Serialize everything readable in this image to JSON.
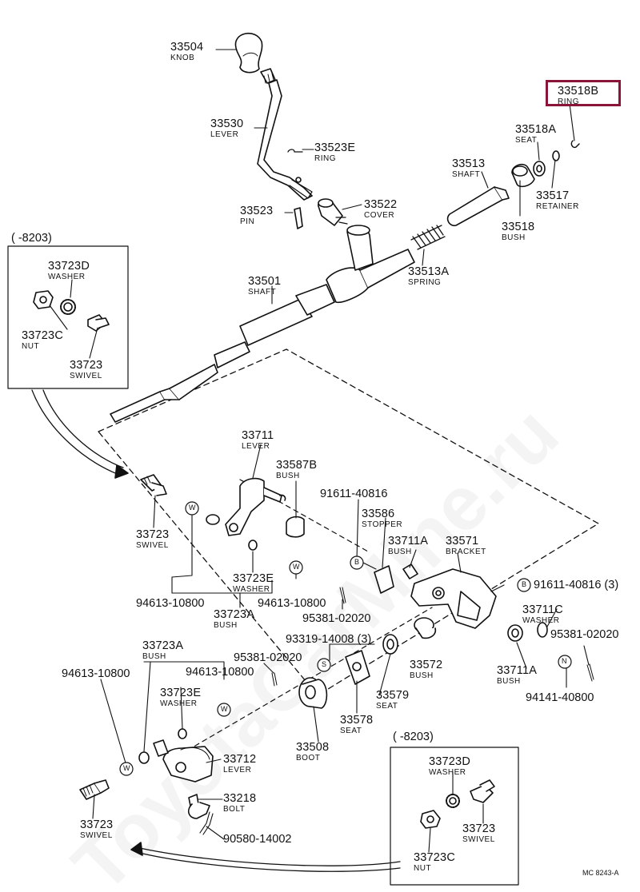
{
  "watermark": "ToyotaCarMine.ru",
  "code": "MC 8243-A",
  "highlight_color": "#8a1538",
  "parts": [
    {
      "id": "knob",
      "num": "33504",
      "name": "KNOB"
    },
    {
      "id": "lever-upper",
      "num": "33530",
      "name": "LEVER"
    },
    {
      "id": "ring-e",
      "num": "33523E",
      "name": "RING"
    },
    {
      "id": "ring-b",
      "num": "33518B",
      "name": "RING"
    },
    {
      "id": "seat-a",
      "num": "33518A",
      "name": "SEAT"
    },
    {
      "id": "shaft-upper",
      "num": "33513",
      "name": "SHAFT"
    },
    {
      "id": "retainer",
      "num": "33517",
      "name": "RETAINER"
    },
    {
      "id": "bush-18",
      "num": "33518",
      "name": "BUSH"
    },
    {
      "id": "pin",
      "num": "33523",
      "name": "PIN"
    },
    {
      "id": "cover",
      "num": "33522",
      "name": "COVER"
    },
    {
      "id": "spring",
      "num": "33513A",
      "name": "SPRING"
    },
    {
      "id": "shaft-main",
      "num": "33501",
      "name": "SHAFT"
    },
    {
      "id": "washer-d-1",
      "num": "33723D",
      "name": "WASHER"
    },
    {
      "id": "nut-c-1",
      "num": "33723C",
      "name": "NUT"
    },
    {
      "id": "swivel-1",
      "num": "33723",
      "name": "SWIVEL"
    },
    {
      "id": "lever-711",
      "num": "33711",
      "name": "LEVER"
    },
    {
      "id": "bush-587b",
      "num": "33587B",
      "name": "BUSH"
    },
    {
      "id": "swivel-2",
      "num": "33723",
      "name": "SWIVEL"
    },
    {
      "id": "stopper",
      "num": "33586",
      "name": "STOPPER"
    },
    {
      "id": "bush-711a-1",
      "num": "33711A",
      "name": "BUSH"
    },
    {
      "id": "bracket",
      "num": "33571",
      "name": "BRACKET"
    },
    {
      "id": "washer-e-1",
      "num": "33723E",
      "name": "WASHER"
    },
    {
      "id": "bush-a-1",
      "num": "33723A",
      "name": "BUSH"
    },
    {
      "id": "washer-711c",
      "num": "33711C",
      "name": "WASHER"
    },
    {
      "id": "bush-572",
      "num": "33572",
      "name": "BUSH"
    },
    {
      "id": "bush-a-2",
      "num": "33723A",
      "name": "BUSH"
    },
    {
      "id": "washer-e-2",
      "num": "33723E",
      "name": "WASHER"
    },
    {
      "id": "seat-579",
      "num": "33579",
      "name": "SEAT"
    },
    {
      "id": "bush-711a-2",
      "num": "33711A",
      "name": "BUSH"
    },
    {
      "id": "seat-578",
      "num": "33578",
      "name": "SEAT"
    },
    {
      "id": "boot",
      "num": "33508",
      "name": "BOOT"
    },
    {
      "id": "lever-712",
      "num": "33712",
      "name": "LEVER"
    },
    {
      "id": "bolt",
      "num": "33218",
      "name": "BOLT"
    },
    {
      "id": "swivel-3",
      "num": "33723",
      "name": "SWIVEL"
    },
    {
      "id": "washer-d-2",
      "num": "33723D",
      "name": "WASHER"
    },
    {
      "id": "swivel-4",
      "num": "33723",
      "name": "SWIVEL"
    },
    {
      "id": "nut-c-2",
      "num": "33723C",
      "name": "NUT"
    }
  ],
  "refs": [
    {
      "id": "inset1-range",
      "text": "(      -8203)"
    },
    {
      "id": "inset2-range",
      "text": "(      -8203)"
    },
    {
      "id": "r-91611-a",
      "text": "91611-40816"
    },
    {
      "id": "r-91611-b",
      "text": "91611-40816 (3)"
    },
    {
      "id": "r-94613-a",
      "text": "94613-10800"
    },
    {
      "id": "r-94613-b",
      "text": "94613-10800"
    },
    {
      "id": "r-95381-a",
      "text": "95381-02020"
    },
    {
      "id": "r-95381-b",
      "text": "95381-02020"
    },
    {
      "id": "r-95381-c",
      "text": "95381-02020"
    },
    {
      "id": "r-93319",
      "text": "93319-14008 (3)"
    },
    {
      "id": "r-94613-c",
      "text": "94613-10800"
    },
    {
      "id": "r-94613-d",
      "text": "94613-10800"
    },
    {
      "id": "r-94141",
      "text": "94141-40800"
    },
    {
      "id": "r-90580",
      "text": "90580-14002"
    }
  ],
  "symbols": [
    {
      "id": "sym-w1",
      "text": "W"
    },
    {
      "id": "sym-w2",
      "text": "W"
    },
    {
      "id": "sym-b1",
      "text": "B"
    },
    {
      "id": "sym-b2",
      "text": "B"
    },
    {
      "id": "sym-s",
      "text": "S"
    },
    {
      "id": "sym-w3",
      "text": "W"
    },
    {
      "id": "sym-w4",
      "text": "W"
    },
    {
      "id": "sym-n",
      "text": "N"
    }
  ]
}
